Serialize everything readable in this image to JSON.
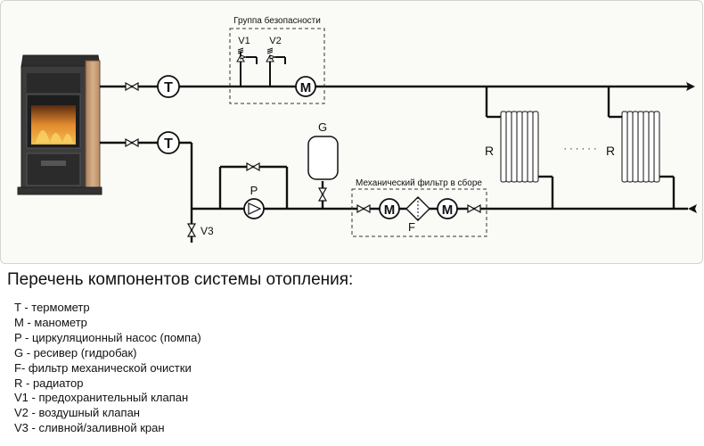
{
  "diagram": {
    "safety_group_label": "Группа безопасности",
    "filter_group_label": "Механический фильтр в сборе",
    "labels": {
      "t1": "T",
      "t2": "T",
      "m_safety": "M",
      "m_filter_left": "M",
      "m_filter_right": "M",
      "v1": "V1",
      "v2": "V2",
      "v3": "V3",
      "p": "P",
      "g": "G",
      "f": "F",
      "r1": "R",
      "r2": "R",
      "dots": "· · · · · ·"
    }
  },
  "legend": {
    "title": "Перечень компонентов системы отопления:",
    "items": [
      "T - термометр",
      "M - манометр",
      "P - циркуляционный насос (помпа)",
      "G - ресивер (гидробак)",
      "F- фильтр механической очистки",
      "R - радиатор",
      "V1 - предохранительный клапан",
      "V2 - воздушный клапан",
      "V3 - сливной/заливной кран"
    ]
  },
  "colors": {
    "pipe": "#111111",
    "stove_body": "#3a3a3a",
    "stove_tile": "#c8a07a",
    "fire": "#e07a2a",
    "tank": "#ffffff",
    "panel_bg": "#fafaf7"
  }
}
